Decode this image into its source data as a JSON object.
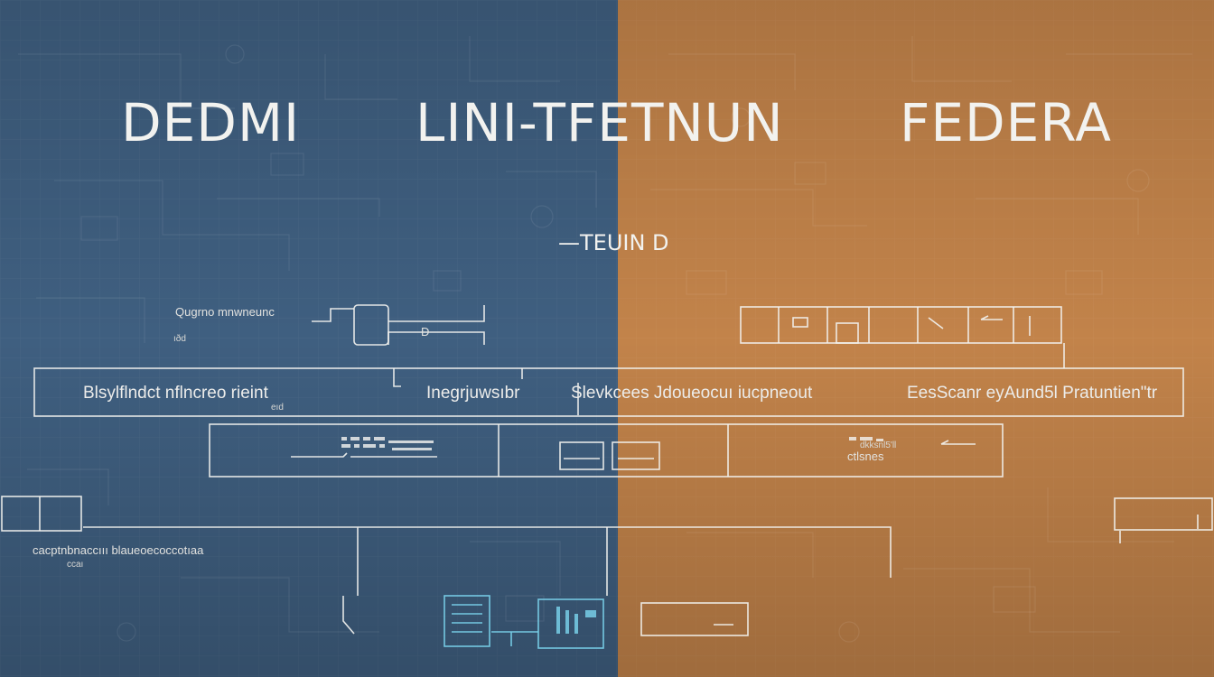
{
  "titles": {
    "left": "DEDMI",
    "center": "LINI-TFETNUN",
    "right": "FEDERA"
  },
  "subtitle": "—TEUIN D",
  "top_note": "Qugrno mnwneunc",
  "top_note_mark": "ıðd",
  "box_d_label": "D",
  "band_labels": {
    "one": "Blsylflndct nflncreo rieint",
    "one_sub": "eıd",
    "two": "Inegrjuwsıbr",
    "three": "Slevkcees Jdoueocuı iucpneout",
    "four": "EesScanr eyAund5l Pratuntien\"tr"
  },
  "mid_label": "ctlsnes",
  "mid_label_small": "dkksnl5'll",
  "bottom_note": "cacptnbnaccııı blaueoecoccotıaa",
  "bottom_note_mark": "ccaı",
  "colors": {
    "left_panel": "#3f5f80",
    "right_panel": "#c2834a",
    "line": "#f2f2ef",
    "accent_cyan": "#7ad3ec"
  }
}
